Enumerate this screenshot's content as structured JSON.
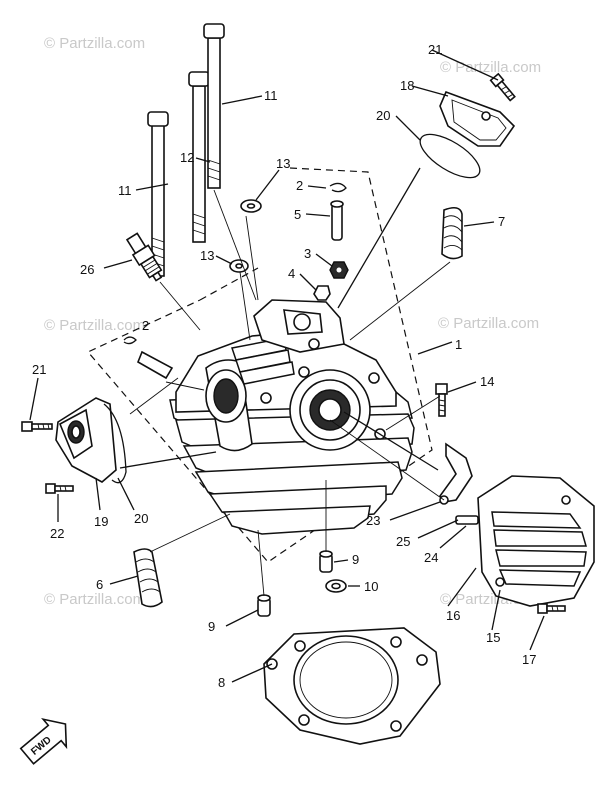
{
  "watermark": {
    "text": "© Partzilla.com",
    "color": "#c9c9c9"
  },
  "callouts": {
    "c1": "1",
    "c2a": "2",
    "c2b": "2",
    "c3": "3",
    "c4": "4",
    "c5": "5",
    "c6": "6",
    "c7": "7",
    "c8": "8",
    "c9a": "9",
    "c9b": "9",
    "c10": "10",
    "c11a": "11",
    "c11b": "11",
    "c12": "12",
    "c13a": "13",
    "c13b": "13",
    "c14": "14",
    "c15": "15",
    "c16": "16",
    "c17": "17",
    "c18": "18",
    "c19": "19",
    "c20a": "20",
    "c20b": "20",
    "c21a": "21",
    "c21b": "21",
    "c22": "22",
    "c23": "23",
    "c24": "24",
    "c25": "25",
    "c26": "26"
  },
  "fwd_label": "FWD",
  "line_color": "#111111"
}
